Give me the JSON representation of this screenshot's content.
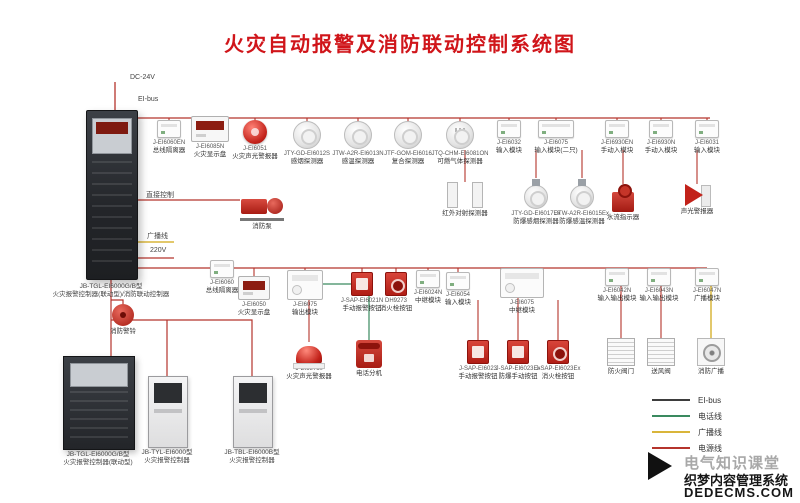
{
  "title": "火灾自动报警及消防联动控制系统图",
  "wire_labels": {
    "dc24": "DC-24V",
    "eibus": "EI-bus",
    "direct": "直接控制",
    "broadcast": "广播线",
    "v220": "220V"
  },
  "colors": {
    "title": "#d0151a",
    "wire": "#b5342c",
    "broadcast_wire": "#d9b53a",
    "phone_wire": "#3a8a5f"
  },
  "main_cabinet": {
    "model": "JB-TGL-EI6000G/B型",
    "name": "火灾报警控制器(联动型)/消防联动控制器"
  },
  "cabinets": [
    {
      "model": "JB-TGL-EI6000G/B型",
      "name": "火灾报警控制器(联动型)"
    },
    {
      "model": "JB-TYL-EI6000型",
      "name": "火灾报警控制器"
    },
    {
      "model": "JB-TBL-EI6000B型",
      "name": "火灾报警控制器"
    }
  ],
  "devices": [
    {
      "model": "J-EI6060EN",
      "name": "总线隔离器"
    },
    {
      "model": "J-EI6085N",
      "name": "火灾显示盘"
    },
    {
      "model": "J-EI6051",
      "name": "火灾声光警报器"
    },
    {
      "model": "JTY-GD-EI6012S",
      "name": "感烟探测器"
    },
    {
      "model": "JTW-A2R-EI6013N",
      "name": "感温探测器"
    },
    {
      "model": "JTF-GOM-EI6016",
      "name": "复合探测器"
    },
    {
      "model": "JTQ-CHM-EI6081ON",
      "name": "可燃气体探测器"
    },
    {
      "model": "J-EI6032",
      "name": "输入模块"
    },
    {
      "model": "J-EI6075",
      "name": "输入模块(二只)"
    },
    {
      "model": "J-EI6930EN",
      "name": "手动入模块"
    },
    {
      "model": "J-EI6930N",
      "name": "手动入模块"
    },
    {
      "model": "J-EI6031",
      "name": "输入模块"
    },
    {
      "name": "消防泵"
    },
    {
      "name": "红外对射探测器"
    },
    {
      "model": "JTY-GD-EI6017Ex",
      "name": "防爆感烟探测器"
    },
    {
      "model": "JTW-A2R-EI6015Ex",
      "name": "防爆感温探测器"
    },
    {
      "name": "水流指示器"
    },
    {
      "name": "声光警报器"
    },
    {
      "model": "J-EI6060",
      "name": "总线隔离器"
    },
    {
      "model": "J-EI6050",
      "name": "火灾显示盘"
    },
    {
      "model": "J-EI6075",
      "name": "输出模块"
    },
    {
      "model": "J-SAP-EI6021N",
      "name": "手动报警按钮"
    },
    {
      "model": "DH9273",
      "name": "消火栓按钮"
    },
    {
      "model": "J-EI6024N",
      "name": "中继模块"
    },
    {
      "model": "J-EI6054",
      "name": "输入模块"
    },
    {
      "model": "J-EI6075",
      "name": "中继模块"
    },
    {
      "model": "J-EI6042N",
      "name": "输入输出模块"
    },
    {
      "model": "J-EI6043N",
      "name": "输入输出模块"
    },
    {
      "model": "J-EI6047N",
      "name": "广播模块"
    },
    {
      "model": "J-EI6876x",
      "name": "火灾声光警报器"
    },
    {
      "name": "电话分机"
    },
    {
      "model": "J-SAP-EI6023",
      "name": "手动报警按钮"
    },
    {
      "model": "J-SAP-EI6023Ex",
      "name": "防爆手动按钮"
    },
    {
      "model": "J-SAP-EI6023Ex",
      "name": "消火栓按钮"
    },
    {
      "name": "防火阀门"
    },
    {
      "name": "送风阀"
    },
    {
      "name": "消防广播"
    },
    {
      "name": "消防警铃"
    }
  ],
  "legend": {
    "items": [
      {
        "label": "EI-bus",
        "color": "#3d3d3d"
      },
      {
        "label": "电话线",
        "color": "#3a8a5f"
      },
      {
        "label": "广播线",
        "color": "#d9b53a"
      },
      {
        "label": "电源线",
        "color": "#b5342c"
      }
    ]
  },
  "watermark": {
    "brand": "电气知识课堂",
    "cms": "织梦内容管理系统",
    "cms_domain": "DEDECMS.COM"
  }
}
